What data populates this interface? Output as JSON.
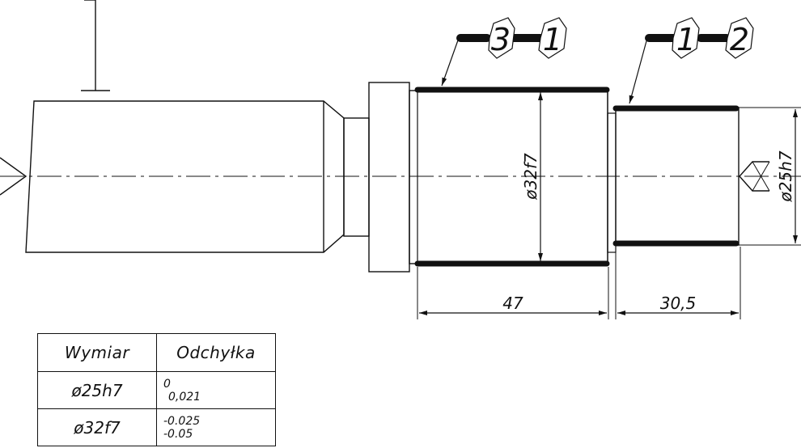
{
  "drawing": {
    "dimensions": {
      "length_47": "47",
      "length_30_5": "30,5",
      "diameter_32": "ø32f7",
      "diameter_25": "ø25h7"
    },
    "callouts": [
      {
        "pair": [
          "3",
          "1"
        ]
      },
      {
        "pair": [
          "1",
          "2"
        ]
      }
    ]
  },
  "table": {
    "headers": [
      "Wymiar",
      "Odchyłka"
    ],
    "rows": [
      {
        "dimension": "ø25h7",
        "upper": "0",
        "lower": "0,021"
      },
      {
        "dimension": "ø32f7",
        "upper": "-0.025",
        "lower": "-0.05"
      }
    ]
  }
}
